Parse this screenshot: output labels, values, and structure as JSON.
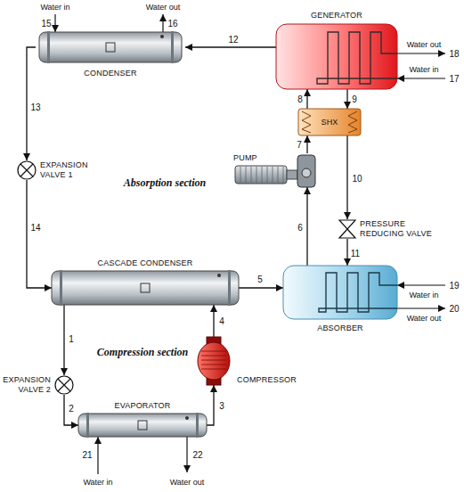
{
  "diagram": {
    "nodes": [
      {
        "text": [
          "CONDENSER"
        ]
      },
      {
        "text": [
          "GENERATOR"
        ]
      },
      {
        "text": [
          "SHX"
        ]
      },
      {
        "text": [
          "PUMP"
        ]
      },
      {
        "text": [
          "PRESSURE REDUCING VALVE"
        ]
      },
      {
        "text": [
          "ABSORBER"
        ]
      },
      {
        "text": [
          "EXPANSION VALVE 1"
        ]
      },
      {
        "text": [
          "CASCADE CONDENSER"
        ]
      },
      {
        "text": [
          "EXPANSION VALVE 2"
        ]
      },
      {
        "text": [
          "COMPRESSOR"
        ]
      },
      {
        "text": [
          "EVAPORATOR"
        ]
      }
    ],
    "edges": [
      {
        "from": 1,
        "to": 0,
        "arrow": "to",
        "label": "12"
      },
      {
        "from": 0,
        "to": 6,
        "arrow": "to",
        "label": "13"
      },
      {
        "from": 6,
        "to": 7,
        "arrow": "to",
        "label": "14"
      },
      {
        "from": 7,
        "to": 5,
        "arrow": "to",
        "label": "5"
      },
      {
        "from": 5,
        "to": 3,
        "arrow": "to",
        "label": "6"
      },
      {
        "from": 3,
        "to": 2,
        "arrow": "to",
        "label": "7"
      },
      {
        "from": 2,
        "to": 1,
        "arrow": "to",
        "label": "8"
      },
      {
        "from": 1,
        "to": 2,
        "arrow": "to",
        "label": "9"
      },
      {
        "from": 2,
        "to": 4,
        "arrow": "to",
        "label": "10"
      },
      {
        "from": 4,
        "to": 5,
        "arrow": "to",
        "label": "11"
      },
      {
        "from": 7,
        "to": 8,
        "arrow": "to",
        "label": "1"
      },
      {
        "from": 8,
        "to": 10,
        "arrow": "to",
        "label": "2"
      },
      {
        "from": 10,
        "to": 9,
        "arrow": "to",
        "label": "3"
      },
      {
        "from": 9,
        "to": 7,
        "arrow": "to",
        "label": "4"
      }
    ],
    "labels": [
      "Water in",
      "15",
      "Water out",
      "16",
      "Water out",
      "18",
      "Water in",
      "17",
      "Absorption section",
      "19",
      "Water in",
      "20",
      "Water out",
      "Compression section",
      "21",
      "Water in",
      "22",
      "Water out"
    ]
  }
}
